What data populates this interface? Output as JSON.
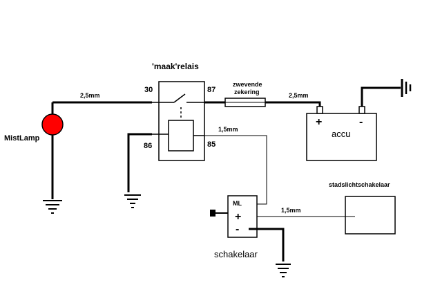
{
  "title": "'maak'relais",
  "relay": {
    "pin30": "30",
    "pin87": "87",
    "pin86": "86",
    "pin85": "85"
  },
  "wires": {
    "lamp_to_relay": "2,5mm",
    "fuse_to_battery": "2,5mm",
    "relay_to_switch": "1,5mm",
    "switch_to_parklight": "1,5mm"
  },
  "fuse": {
    "line1": "zwevende",
    "line2": "zekering"
  },
  "lamp": {
    "label": "MistLamp",
    "color": "#ff0000"
  },
  "battery": {
    "label": "accu",
    "plus": "+",
    "minus": "-"
  },
  "switch": {
    "label": "schakelaar",
    "ml": "ML",
    "plus": "+",
    "minus": "-"
  },
  "parklight_switch": {
    "label": "stadslichtschakelaar"
  }
}
